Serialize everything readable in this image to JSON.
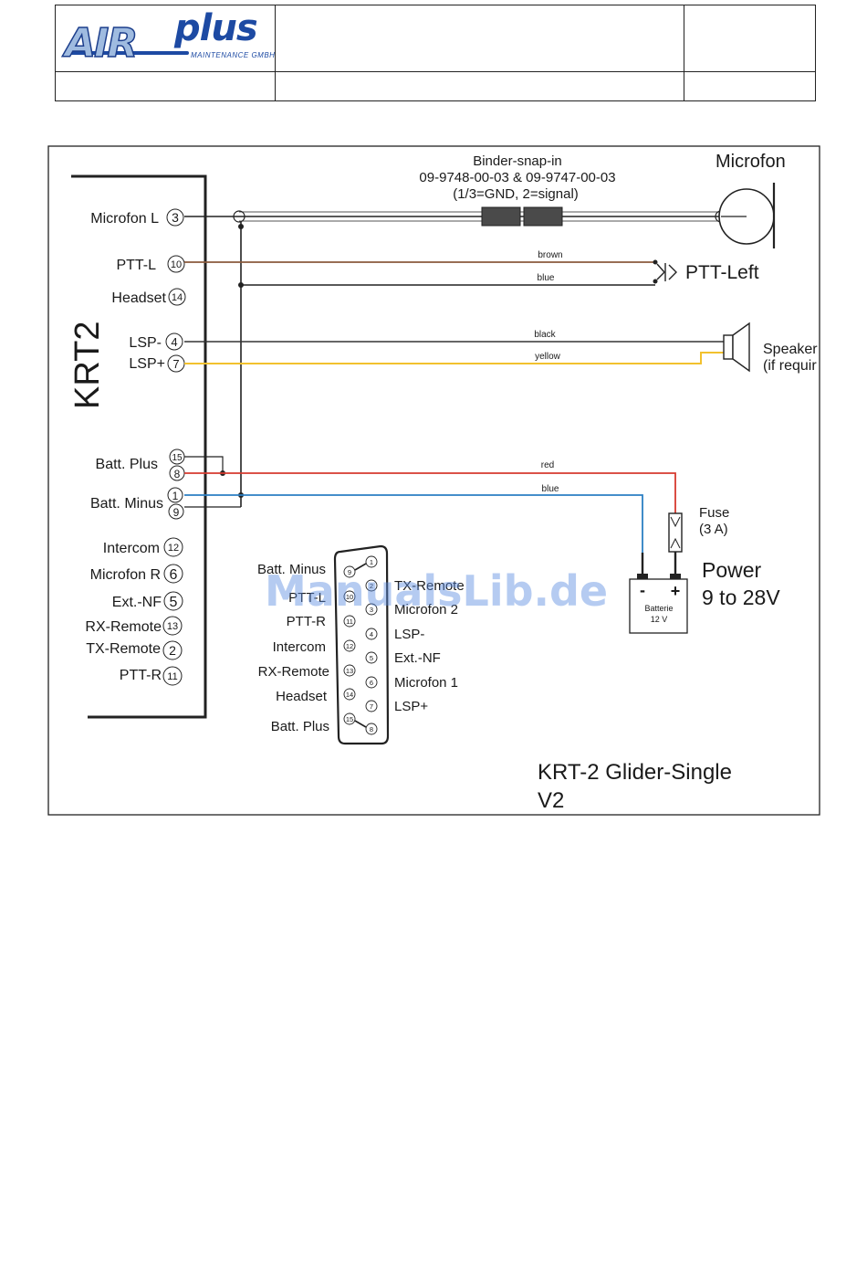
{
  "header": {
    "logo_air": "AIR",
    "logo_plus": "plus",
    "logo_sub": "MAINTENANCE GMBH"
  },
  "diagram": {
    "unit_label": "KRT2",
    "connector": {
      "title": "Binder-snap-in",
      "part_numbers": "09-9748-00-03 & 09-9747-00-03",
      "pinout": "(1/3=GND,  2=signal)"
    },
    "pins_left": [
      {
        "label": "Microfon L",
        "pin": "3"
      },
      {
        "label": "PTT-L",
        "pin": "10"
      },
      {
        "label": "Headset",
        "pin": "14"
      },
      {
        "label": "LSP-",
        "pin": "4"
      },
      {
        "label": "LSP+",
        "pin": "7"
      },
      {
        "label": "Batt. Plus",
        "pin_a": "15",
        "pin_b": "8"
      },
      {
        "label": "Batt. Minus",
        "pin_a": "1",
        "pin_b": "9"
      },
      {
        "label": "Intercom",
        "pin": "12"
      },
      {
        "label": "Microfon R",
        "pin": "6"
      },
      {
        "label": "Ext.-NF",
        "pin": "5"
      },
      {
        "label": "RX-Remote",
        "pin": "13"
      },
      {
        "label": "TX-Remote",
        "pin": "2"
      },
      {
        "label": "PTT-R",
        "pin": "11"
      }
    ],
    "wires": {
      "brown": "brown",
      "blue_ptt": "blue",
      "black": "black",
      "yellow": "yellow",
      "red": "red",
      "blue_batt": "blue"
    },
    "devices": {
      "microfon": "Microfon",
      "ptt_left": "PTT-Left",
      "speaker_line1": "Speaker",
      "speaker_line2": "(if requir",
      "fuse_line1": "Fuse",
      "fuse_line2": "(3 A)",
      "power_line1": "Power",
      "power_line2": "9 to 28V",
      "battery_line1": "Batterie",
      "battery_line2": "12 V",
      "battery_minus": "-",
      "battery_plus": "+"
    },
    "dsub": {
      "left_labels": [
        "Batt. Minus",
        "PTT-L",
        "PTT-R",
        "Intercom",
        "RX-Remote",
        "Headset",
        "Batt. Plus"
      ],
      "left_pins": [
        "9",
        "10",
        "11",
        "12",
        "13",
        "14",
        "15"
      ],
      "right_labels": [
        "TX-Remote",
        "Microfon 2",
        "LSP-",
        "Ext.-NF",
        "Microfon 1",
        "LSP+"
      ],
      "right_pins": [
        "1",
        "2",
        "3",
        "4",
        "5",
        "6",
        "7",
        "8"
      ]
    },
    "caption_line1": "KRT-2 Glider-Single",
    "caption_line2": "V2"
  },
  "watermark": "ManualsLib.de",
  "colors": {
    "brown": "#8a5a3c",
    "blue": "#2b7fc3",
    "black": "#333333",
    "yellow": "#f2c12e",
    "red": "#d63a2f",
    "logo_blue": "#1d4aa3"
  }
}
